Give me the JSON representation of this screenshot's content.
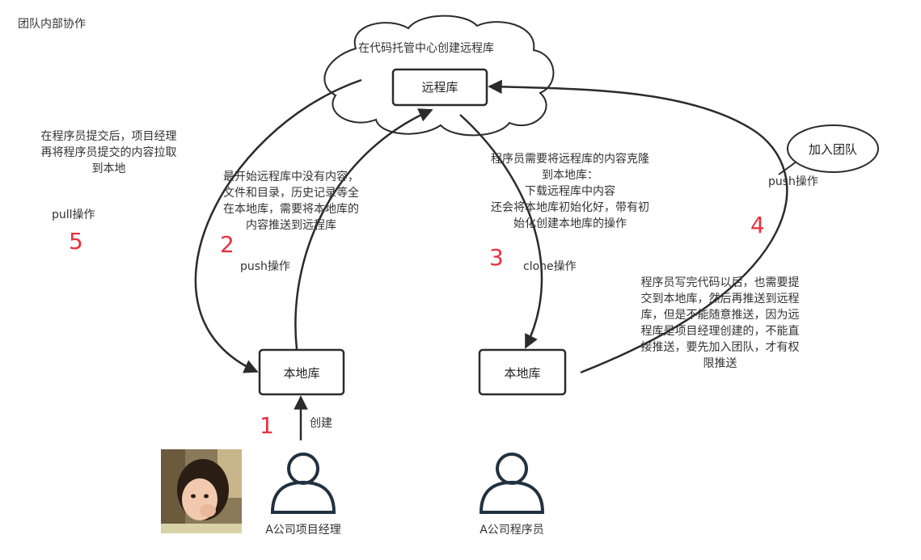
{
  "title": "团队内部协作",
  "cloud_label": "在代码托管中心创建远程库",
  "nodes": {
    "remote": "远程库",
    "local_manager": "本地库",
    "local_programmer": "本地库",
    "join_team": "加入团队"
  },
  "actors": {
    "manager": "A公司项目经理",
    "programmer": "A公司程序员"
  },
  "steps": [
    {
      "number": "1",
      "action": "创建",
      "note": ""
    },
    {
      "number": "2",
      "action": "push操作",
      "note": [
        "最开始远程库中没有内容，",
        "文件和目录，历史记录等全",
        "在本地库，需要将本地库的",
        "内容推送到远程库"
      ]
    },
    {
      "number": "3",
      "action": "clone操作",
      "note": [
        "程序员需要将远程库的内容克隆",
        "到本地库：",
        "下载远程库中内容",
        "还会将本地库初始化好，带有初",
        "始化创建本地库的操作"
      ]
    },
    {
      "number": "4",
      "action": "push操作",
      "note": [
        "程序员写完代码以后，也需要提",
        "交到本地库，然后再推送到远程",
        "库，但是不能随意推送，因为远",
        "程库是项目经理创建的，不能直",
        "接推送，要先加入团队，才有权",
        "限推送"
      ]
    },
    {
      "number": "5",
      "action": "pull操作",
      "note": [
        "在程序员提交后，项目经理",
        "再将程序员提交的内容拉取",
        "到本地"
      ]
    }
  ],
  "colors": {
    "stroke": "#2b2b2b",
    "step_number": "#e8303f",
    "actor": "#22313f",
    "text": "#333333"
  },
  "icons": [
    "cloud-shape",
    "person-icon",
    "child-photo"
  ]
}
